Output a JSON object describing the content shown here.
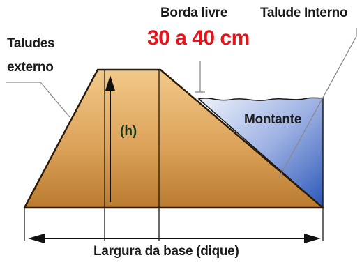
{
  "labels": {
    "taludes_externo_line1": "Taludes",
    "taludes_externo_line2": "externo",
    "borda_livre": "Borda livre",
    "borda_livre_value": "30 a 40 cm",
    "talude_interno": "Talude Interno",
    "montante": "Montante",
    "altura": "(h)",
    "largura_base": "Largura da base (dique)"
  },
  "colors": {
    "dike_light": "#f2c98a",
    "dike_mid": "#dca35a",
    "dike_dark": "#b97b2f",
    "water_light": "#dfe6f8",
    "water_dark": "#2b57b8",
    "accent_red": "#e8141c",
    "height_label": "#123a1a"
  }
}
